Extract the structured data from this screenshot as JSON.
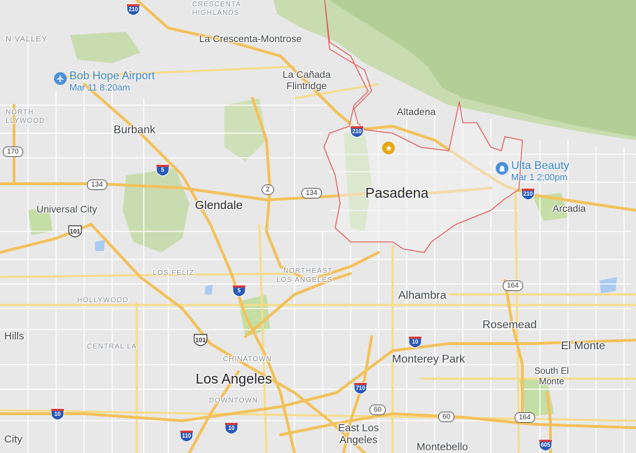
{
  "map": {
    "colors": {
      "land": "#e8e8e8",
      "park": "#c4dea5",
      "mountain": "#b9d39c",
      "freeway": "#f3c95e",
      "arterial": "#ffffff",
      "boundary": "#e55b5b",
      "water": "#a9cbf0"
    },
    "places": {
      "los_angeles": "Los Angeles",
      "pasadena": "Pasadena",
      "glendale": "Glendale",
      "burbank": "Burbank",
      "alhambra": "Alhambra",
      "rosemead": "Rosemead",
      "el_monte": "El Monte",
      "monterey_park": "Monterey Park",
      "south_el_monte_1": "South El",
      "south_el_monte_2": "Monte",
      "east_los_angeles_1": "East Los",
      "east_los_angeles_2": "Angeles",
      "montebello": "Montebello",
      "arcadia": "Arcadia",
      "altadena": "Altadena",
      "la_canada_1": "La Cañada",
      "la_canada_2": "Flintridge",
      "la_crescenta": "La Crescenta-Montrose",
      "universal_city": "Universal City",
      "hills": "Hills",
      "city": "City"
    },
    "neighborhoods": {
      "crescenta": "CRESCENTA",
      "highlands": "HIGHLANDS",
      "n_valley": "N VALLEY",
      "north_hollywood_1": "NORTH",
      "north_hollywood_2": "LLYWOOD",
      "los_feliz": "LOS FELIZ",
      "northeast": "NORTHEAST",
      "northeast_la": "LOS ANGELES",
      "hollywood": "HOLLYWOOD",
      "central_la": "CENTRAL LA",
      "chinatown": "CHINATOWN",
      "downtown": "DOWNTOWN"
    },
    "pois": [
      {
        "name": "Bob Hope Airport",
        "detail": "Mar 11 8:20am",
        "icon": "airplane-icon"
      },
      {
        "name": "Ulta Beauty",
        "detail": "Mar 1 2:00pm",
        "icon": "shopping-bag-icon"
      }
    ],
    "shields": {
      "i210_top": "210",
      "i210_mid": "210",
      "i210_right": "210",
      "i5_north": "5",
      "i5_south": "5",
      "i10_west": "10",
      "i10_center": "10",
      "i10_east": "10",
      "i110": "110",
      "i710": "710",
      "i605": "605",
      "ca170": "170",
      "ca134_west": "134",
      "ca134_east": "134",
      "ca2": "2",
      "ca164_north": "164",
      "ca164_south": "164",
      "ca60_west": "60",
      "ca60_east": "60",
      "us101_north": "101",
      "us101_south": "101"
    }
  }
}
